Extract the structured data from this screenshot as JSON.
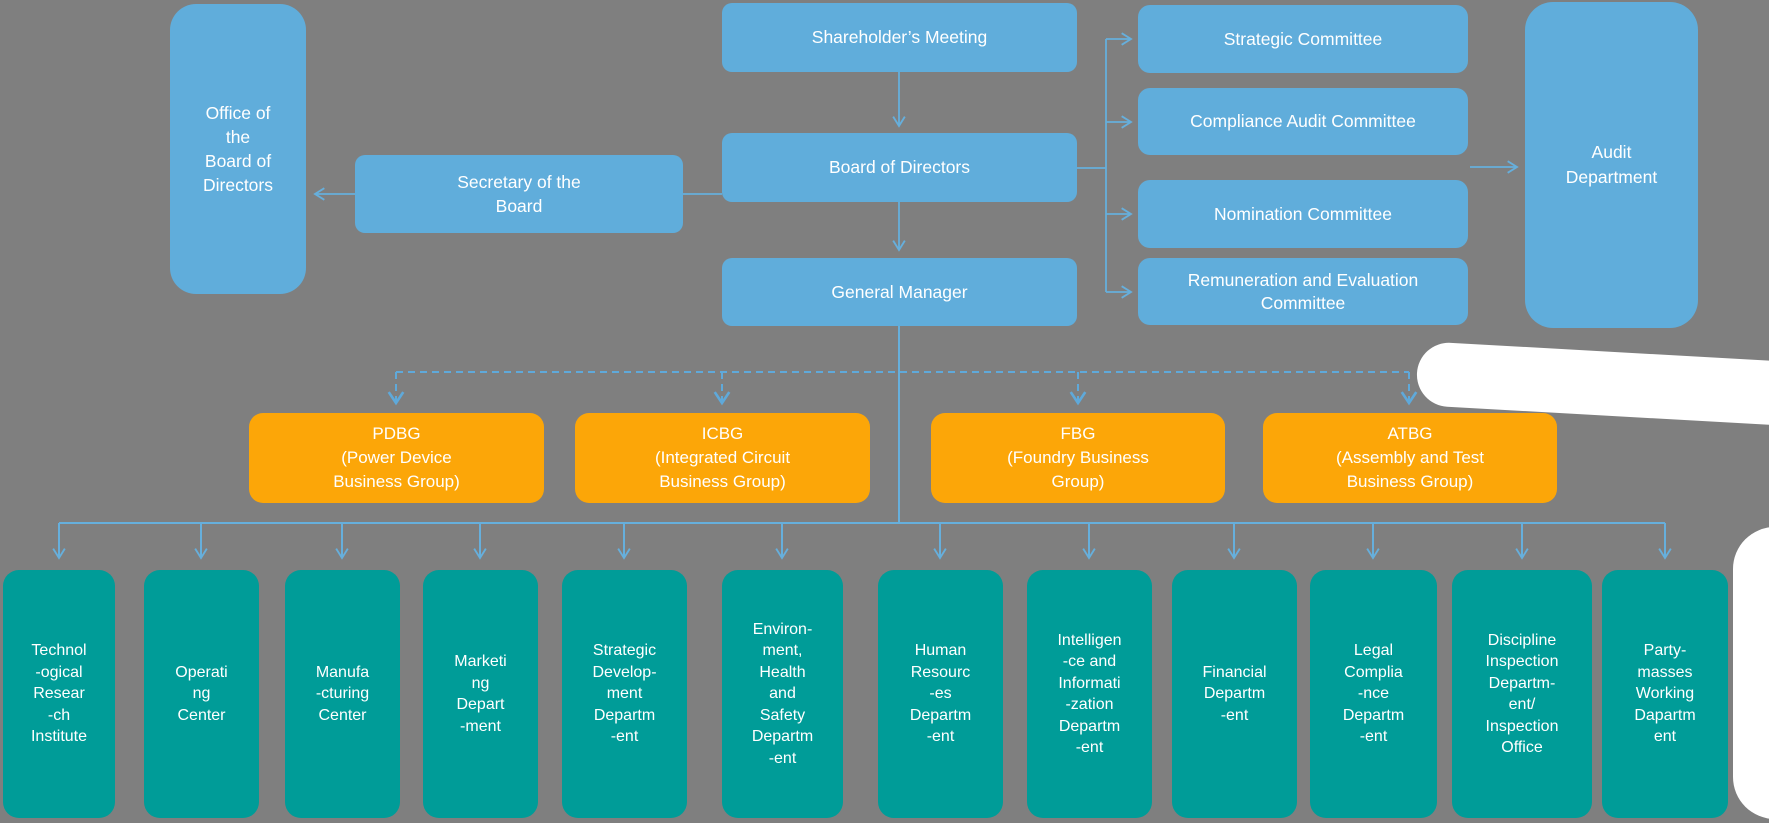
{
  "colors": {
    "background": "#7F7F7F",
    "box_blue": "#60ADDB",
    "box_orange": "#FCA608",
    "box_teal": "#009C98",
    "connector_blue": "#66AFDC",
    "text": "#FFFFFF",
    "whiteout_blob": "#FFFFFF"
  },
  "nodes": {
    "office": {
      "lines": [
        "Office of",
        "the",
        "Board of",
        "Directors"
      ]
    },
    "secretary": {
      "lines": [
        "Secretary of the",
        "Board"
      ]
    },
    "shareholders_meeting": {
      "label": "Shareholder’s Meeting"
    },
    "board_of_directors": {
      "label": "Board of Directors"
    },
    "general_manager": {
      "label": "General Manager"
    },
    "audit_department": {
      "lines": [
        "Audit",
        "Department"
      ]
    }
  },
  "committees": [
    {
      "label": "Strategic Committee"
    },
    {
      "label": "Compliance Audit Committee"
    },
    {
      "label": "Nomination Committee"
    },
    {
      "label": "Remuneration and Evaluation Committee"
    }
  ],
  "business_groups": [
    {
      "lines": [
        "PDBG",
        "(Power Device",
        "Business Group)"
      ]
    },
    {
      "lines": [
        "ICBG",
        "(Integrated Circuit",
        "Business Group)"
      ]
    },
    {
      "lines": [
        "FBG",
        "(Foundry Business",
        "Group)"
      ]
    },
    {
      "lines": [
        "ATBG",
        "(Assembly and Test",
        "Business Group)"
      ]
    }
  ],
  "departments": [
    {
      "lines": [
        "Technol",
        "-ogical",
        "Resear",
        "-ch",
        "Institute"
      ]
    },
    {
      "lines": [
        "Operati",
        "ng",
        "Center"
      ]
    },
    {
      "lines": [
        "Manufa",
        "-cturing",
        "Center"
      ]
    },
    {
      "lines": [
        "Marketi",
        "ng",
        "Depart",
        "-ment"
      ]
    },
    {
      "lines": [
        "Strategic",
        "Develop-",
        "ment",
        "Departm",
        "-ent"
      ]
    },
    {
      "lines": [
        "Environ-",
        "ment,",
        "Health",
        "and",
        "Safety",
        "Departm",
        "-ent"
      ]
    },
    {
      "lines": [
        "Human",
        "Resourc",
        "-es",
        "Departm",
        "-ent"
      ]
    },
    {
      "lines": [
        "Intelligen",
        "-ce and",
        "Informati",
        "-zation",
        "Departm",
        "-ent"
      ]
    },
    {
      "lines": [
        "Financial",
        "Departm",
        "-ent"
      ]
    },
    {
      "lines": [
        "Legal",
        "Complia",
        "-nce",
        "Departm",
        "-ent"
      ]
    },
    {
      "lines": [
        "Discipline",
        "Inspection",
        "Departm-",
        "ent/",
        "Inspection",
        "Office"
      ]
    },
    {
      "lines": [
        "Party-",
        "masses",
        "Working",
        "Dapartm",
        "ent"
      ]
    }
  ]
}
